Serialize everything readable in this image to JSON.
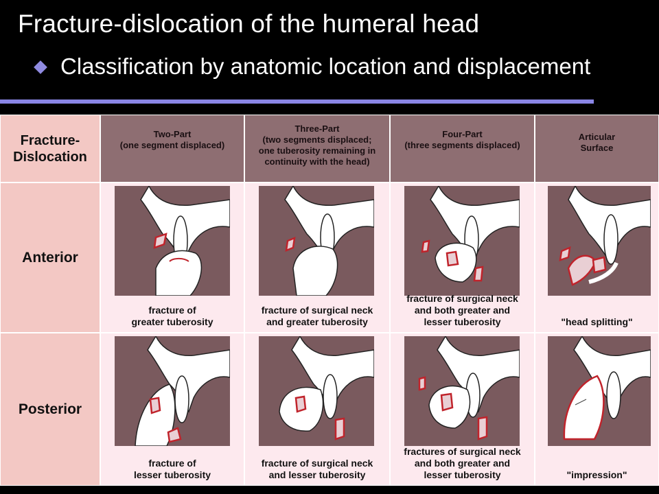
{
  "slide": {
    "title": "Fracture-dislocation of the humeral head",
    "bullet": "Classification by anatomic location and displacement"
  },
  "table": {
    "corner_lines": [
      "Fracture-",
      "Dislocation"
    ],
    "columns": [
      {
        "title": "Two-Part",
        "subtitle_lines": [
          "(one segment displaced)"
        ]
      },
      {
        "title": "Three-Part",
        "subtitle_lines": [
          "(two segments displaced;",
          "one tuberosity remaining in",
          "continuity with the head)"
        ]
      },
      {
        "title": "Four-Part",
        "subtitle_lines": [
          "(three segments displaced)"
        ]
      },
      {
        "title": "Articular",
        "subtitle_lines": [
          "Surface"
        ]
      }
    ],
    "rows": [
      {
        "label": "Anterior",
        "captions": [
          [
            "fracture of",
            "greater tuberosity"
          ],
          [
            "fracture of surgical neck",
            "and greater tuberosity"
          ],
          [
            "fracture of surgical neck",
            "and both greater and",
            "lesser tuberosity"
          ],
          [
            "\"head splitting\""
          ]
        ]
      },
      {
        "label": "Posterior",
        "captions": [
          [
            "fracture of",
            "lesser tuberosity"
          ],
          [
            "fracture of surgical neck",
            "and lesser tuberosity"
          ],
          [
            "fractures of surgical neck",
            "and both greater and",
            "lesser tuberosity"
          ],
          [
            "\"impression\""
          ]
        ]
      }
    ]
  },
  "colors": {
    "background": "#000000",
    "rule": "#8a86e6",
    "header_bg": "#8e6e72",
    "label_bg": "#f3c8c4",
    "cell_bg": "#fde9ee",
    "illustration_bg": "#7a5a5e",
    "fracture_red": "#c0232b"
  }
}
